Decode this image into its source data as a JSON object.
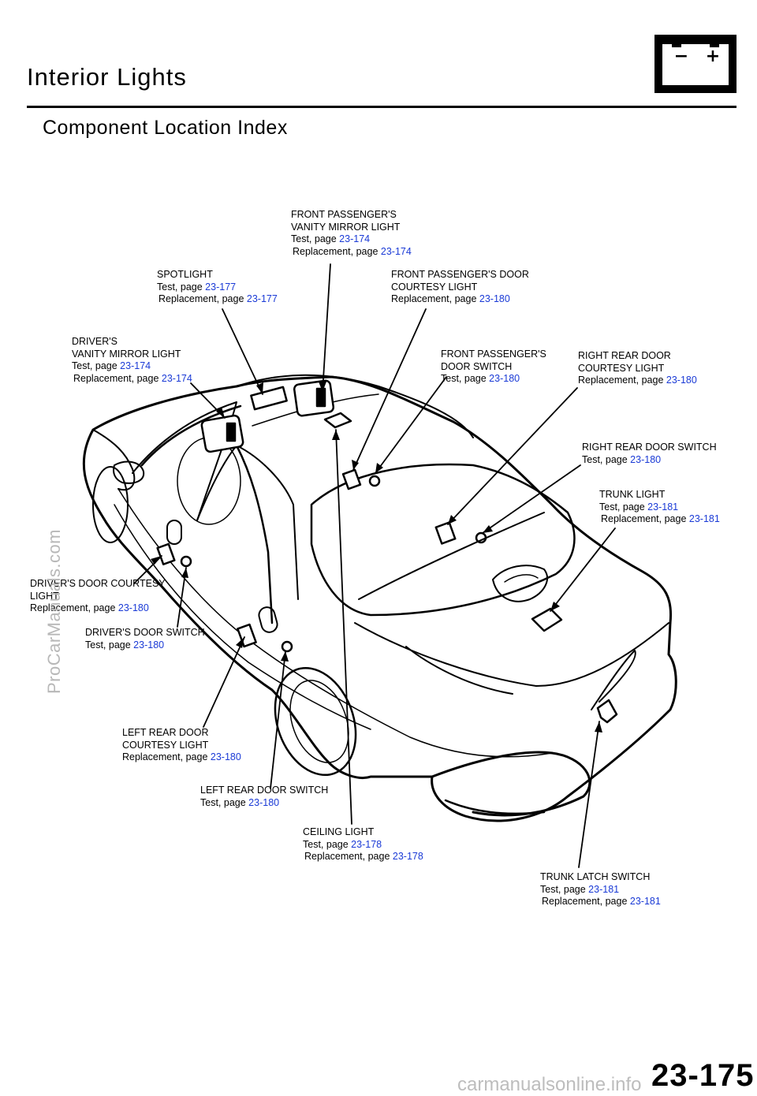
{
  "header": {
    "title": "Interior Lights",
    "subtitle": "Component Location Index"
  },
  "callouts": [
    {
      "id": "front-passenger-vanity",
      "lines": [
        "FRONT PASSENGER'S",
        "VANITY MIRROR LIGHT"
      ],
      "test_label": "Test, page",
      "test_page": "23-174",
      "repl_label": "Replacement, page",
      "repl_page": "23-174"
    },
    {
      "id": "spotlight",
      "lines": [
        "SPOTLIGHT"
      ],
      "test_label": "Test, page",
      "test_page": "23-177",
      "repl_label": "Replacement, page",
      "repl_page": "23-177"
    },
    {
      "id": "front-passenger-door-courtesy",
      "lines": [
        "FRONT PASSENGER'S DOOR",
        "COURTESY LIGHT"
      ],
      "repl_label": "Replacement, page",
      "repl_page": "23-180"
    },
    {
      "id": "drivers-vanity",
      "lines": [
        "DRIVER'S",
        "VANITY MIRROR LIGHT"
      ],
      "test_label": "Test, page",
      "test_page": "23-174",
      "repl_label": "Replacement, page",
      "repl_page": "23-174"
    },
    {
      "id": "front-passenger-door-switch",
      "lines": [
        "FRONT PASSENGER'S",
        "DOOR SWITCH"
      ],
      "test_label": "Test, page",
      "test_page": "23-180"
    },
    {
      "id": "right-rear-door-courtesy",
      "lines": [
        "RIGHT REAR DOOR",
        "COURTESY LIGHT"
      ],
      "repl_label": "Replacement, page",
      "repl_page": "23-180"
    },
    {
      "id": "right-rear-door-switch",
      "lines": [
        "RIGHT REAR DOOR SWITCH"
      ],
      "test_label": "Test, page",
      "test_page": "23-180"
    },
    {
      "id": "trunk-light",
      "lines": [
        "TRUNK LIGHT"
      ],
      "test_label": "Test, page",
      "test_page": "23-181",
      "repl_label": "Replacement, page",
      "repl_page": "23-181"
    },
    {
      "id": "drivers-door-courtesy",
      "lines": [
        "DRIVER'S DOOR COURTESY",
        "LIGHT"
      ],
      "repl_label": "Replacement, page",
      "repl_page": "23-180"
    },
    {
      "id": "drivers-door-switch",
      "lines": [
        "DRIVER'S DOOR SWITCH"
      ],
      "test_label": "Test, page",
      "test_page": "23-180"
    },
    {
      "id": "left-rear-door-courtesy",
      "lines": [
        "LEFT REAR DOOR",
        "COURTESY LIGHT"
      ],
      "repl_label": "Replacement, page",
      "repl_page": "23-180"
    },
    {
      "id": "left-rear-door-switch",
      "lines": [
        "LEFT REAR DOOR SWITCH"
      ],
      "test_label": "Test, page",
      "test_page": "23-180"
    },
    {
      "id": "ceiling-light",
      "lines": [
        "CEILING LIGHT"
      ],
      "test_label": "Test, page",
      "test_page": "23-178",
      "repl_label": "Replacement, page",
      "repl_page": "23-178"
    },
    {
      "id": "trunk-latch-switch",
      "lines": [
        "TRUNK LATCH SWITCH"
      ],
      "test_label": "Test, page",
      "test_page": "23-181",
      "repl_label": "Replacement, page",
      "repl_page": "23-181"
    }
  ],
  "battery_icon": {
    "minus": "−",
    "plus": "+"
  },
  "watermark": "ProCarManuals.com",
  "page_number": "23-175",
  "footer_mark": "carmanualsonline.info",
  "colors": {
    "link": "#1a3ad6",
    "ink": "#000000"
  }
}
